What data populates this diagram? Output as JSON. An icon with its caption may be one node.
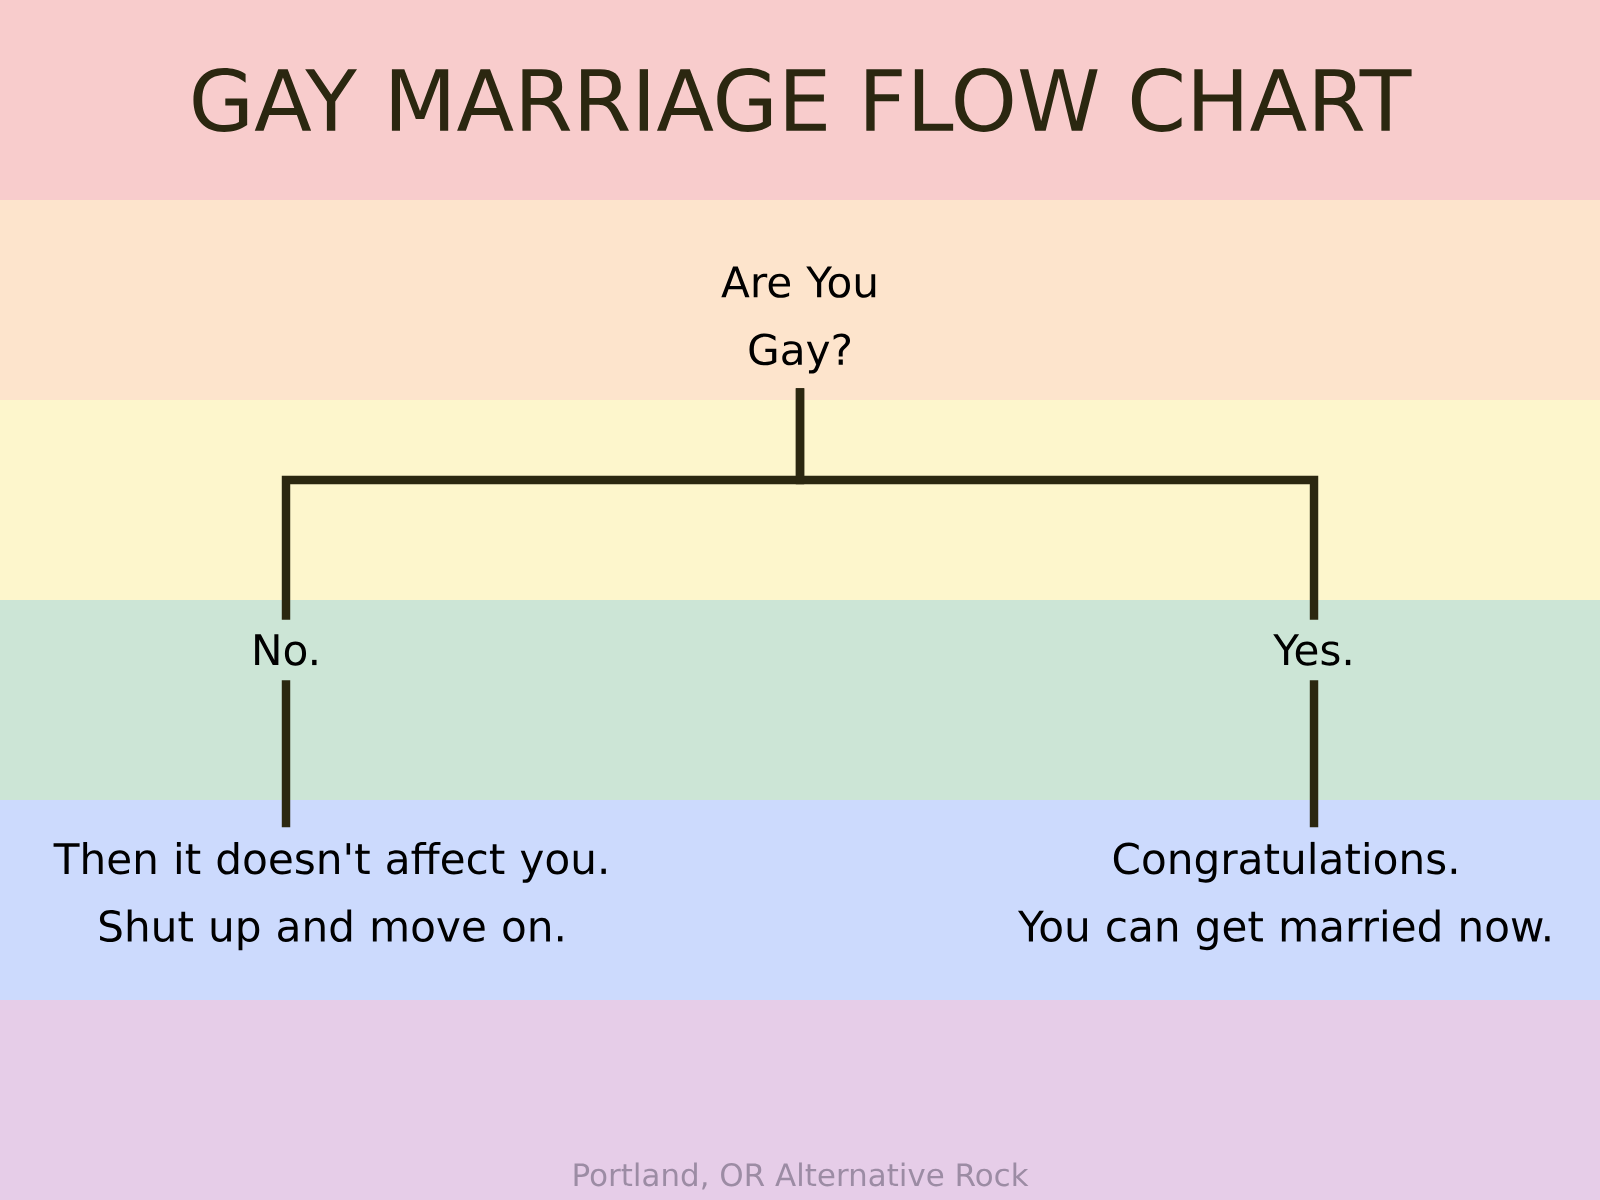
{
  "diagram": {
    "title": "GAY MARRIAGE FLOW CHART",
    "nodes": [
      {
        "text": [
          "Are You Gay?"
        ]
      },
      {
        "text": [
          "No."
        ]
      },
      {
        "text": [
          "Yes."
        ]
      },
      {
        "text": [
          "Then it doesn't affect you.",
          "Shut up and move on."
        ]
      },
      {
        "text": [
          "Congratulations.",
          "You can get married now."
        ]
      }
    ],
    "edges": [
      {
        "from": 0,
        "to": 1,
        "arrow": "none"
      },
      {
        "from": 0,
        "to": 2,
        "arrow": "none"
      },
      {
        "from": 1,
        "to": 3,
        "arrow": "none"
      },
      {
        "from": 2,
        "to": 4,
        "arrow": "none"
      }
    ],
    "labels": [
      "Portland, OR Alternative Rock"
    ]
  }
}
